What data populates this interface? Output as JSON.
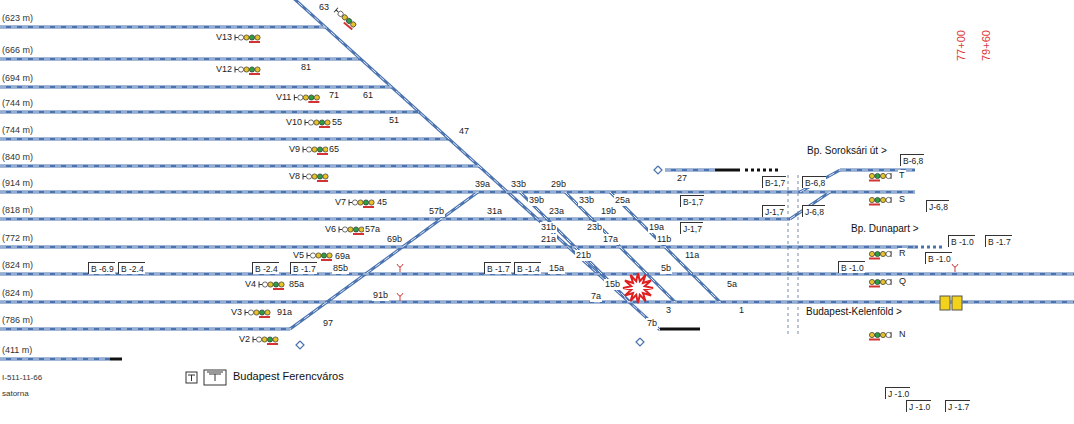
{
  "diagram": {
    "labels": [
      "(623 m)",
      "(666 m)",
      "(694 m)",
      "(744 m)",
      "(744 m)",
      "(840 m)",
      "(914 m)",
      "(818 m)",
      "(772 m)",
      "(824 m)",
      "(824 m)",
      "(786 m)",
      "(411 m)",
      "V13",
      "V12",
      "V11",
      "V10",
      "V9",
      "V8",
      "V7",
      "V6",
      "V5",
      "V4",
      "V3",
      "V2",
      "63",
      "81",
      "71",
      "61",
      "51",
      "55",
      "65",
      "47",
      "45",
      "39a",
      "33b",
      "29b",
      "27",
      "39b",
      "33b",
      "25a",
      "57b",
      "31a",
      "23a",
      "19b",
      "31b",
      "23b",
      "19a",
      "57a",
      "69b",
      "21a",
      "17a",
      "11b",
      "69a",
      "21b",
      "11a",
      "85b",
      "15a",
      "5b",
      "5a",
      "85a",
      "15b",
      "7a",
      "3",
      "1",
      "91b",
      "91a",
      "97",
      "7b",
      "B -6.9",
      "B -2.4",
      "B -2.4",
      "B -1.7",
      "B -1.7",
      "B -1.4",
      "B-1,7",
      "J-1,7",
      "B-1,7",
      "B-6,8",
      "J-1,7",
      "J-6,8",
      "Bp. Soroksári út >",
      "B-6,8",
      "T",
      "S",
      "J-6,8",
      "Bp. Dunapart >",
      "B -1.0",
      "B -1.7",
      "R",
      "B -1.0",
      "B -1.0",
      "Q",
      "Budapest-Kelenföld >",
      "N",
      "77+00",
      "79+60",
      "J -1.0",
      "J -1.0",
      "J -1.7",
      "I-511-11-66",
      "satorna",
      "Budapest Ferencváros"
    ]
  }
}
